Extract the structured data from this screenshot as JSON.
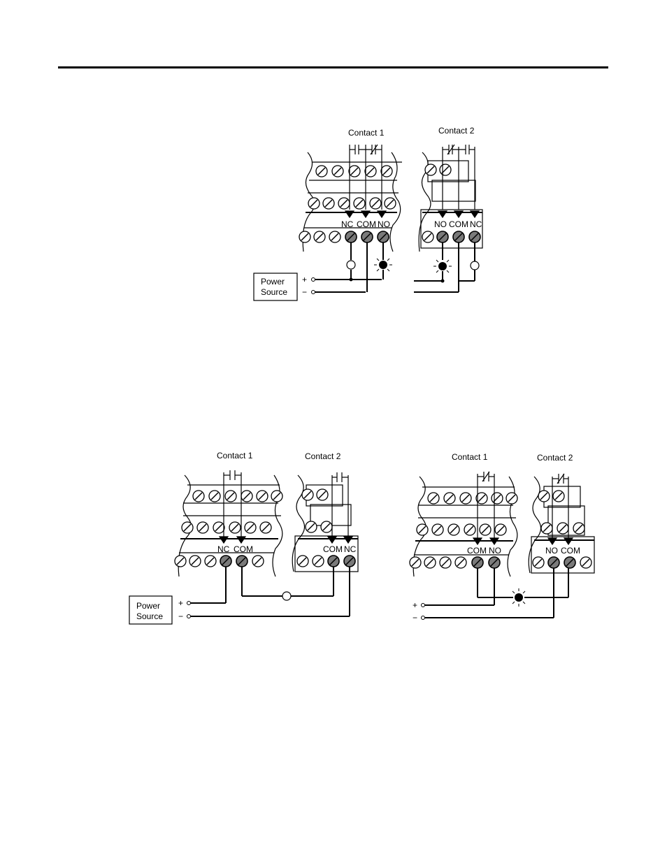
{
  "diagram1": {
    "contact1_label": "Contact 1",
    "contact2_label": "Contact 2",
    "terminals_left": [
      "NC",
      "COM",
      "NO"
    ],
    "terminals_right": [
      "NO",
      "COM",
      "NC"
    ],
    "power_source": {
      "line1": "Power",
      "line2": "Source",
      "plus": "+",
      "minus": "−"
    }
  },
  "diagram2": {
    "contact1_label": "Contact 1",
    "contact2_label": "Contact 2",
    "terminals_left": [
      "NC",
      "COM"
    ],
    "terminals_right": [
      "COM",
      "NC"
    ],
    "power_source": {
      "line1": "Power",
      "line2": "Source",
      "plus": "+",
      "minus": "−"
    }
  },
  "diagram3": {
    "contact1_label": "Contact 1",
    "contact2_label": "Contact 2",
    "terminals_left": [
      "COM",
      "NO"
    ],
    "terminals_right": [
      "NO",
      "COM"
    ],
    "plus": "+",
    "minus": "−"
  }
}
